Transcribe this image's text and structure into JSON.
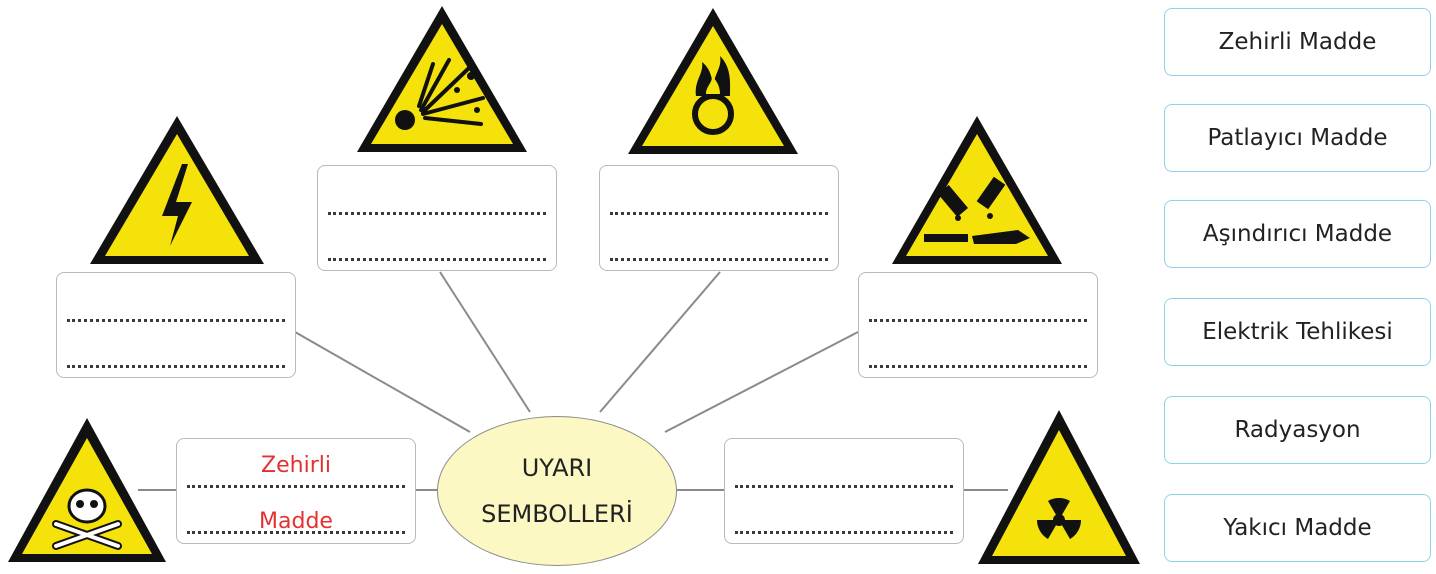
{
  "center": {
    "line1": "UYARI",
    "line2": "SEMBOLLERİ"
  },
  "answers": {
    "poison": {
      "line1": "Zehirli",
      "line2": "Madde"
    }
  },
  "options": [
    "Zehirli Madde",
    "Patlayıcı Madde",
    "Aşındırıcı Madde",
    "Elektrik Tehlikesi",
    "Radyasyon",
    "Yakıcı Madde"
  ],
  "colors": {
    "sign_yellow": "#f5e20b",
    "sign_border": "#111111",
    "filled_text": "#e53030",
    "label_border": "#8fd3ea",
    "center_fill": "#fbf8c4"
  }
}
